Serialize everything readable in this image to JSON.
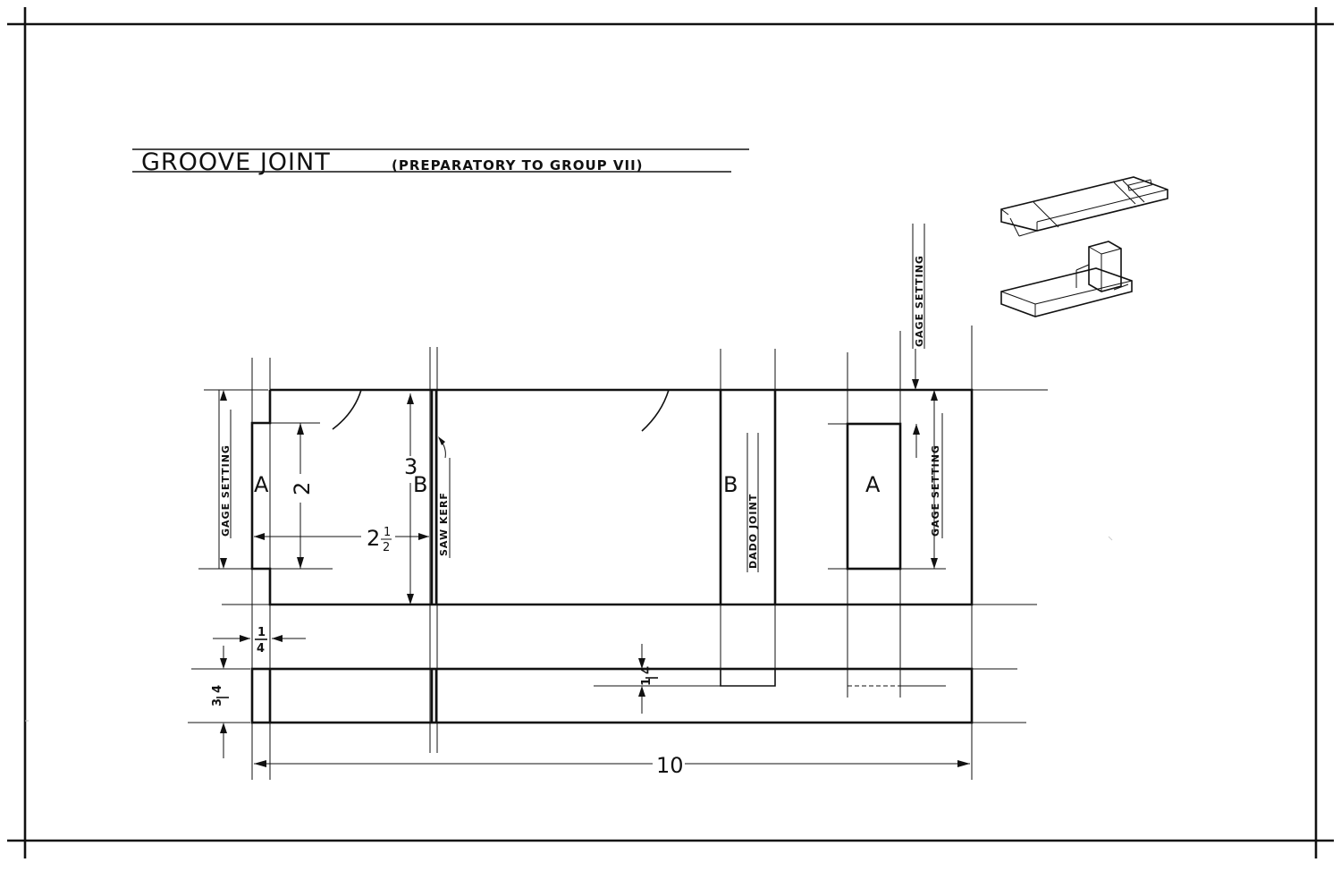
{
  "title": {
    "main": "GROOVE JOINT",
    "sub": "(PREPARATORY TO GROUP VII)"
  },
  "labels": {
    "part_a_left": "A",
    "part_b_left": "B",
    "part_b_right": "B",
    "part_a_right": "A"
  },
  "annotations": {
    "gage_setting_left": "GAGE SETTING",
    "saw_kerf": "SAW KERF",
    "dado_joint": "DADO JOINT",
    "gage_setting_right": "GAGE SETTING",
    "gage_setting_top": "GAGE SETTING"
  },
  "dimensions": {
    "height_a": "2",
    "height_b": "3",
    "width_half_whole": "2",
    "width_half_num": "1",
    "width_half_den": "2",
    "quarter_left_num": "1",
    "quarter_left_den": "4",
    "thickness_num": "3",
    "thickness_den": "4",
    "quarter_depth_num": "1",
    "quarter_depth_den": "4",
    "overall_length": "10"
  },
  "colors": {
    "ink": "#111111",
    "paper": "#ffffff"
  }
}
